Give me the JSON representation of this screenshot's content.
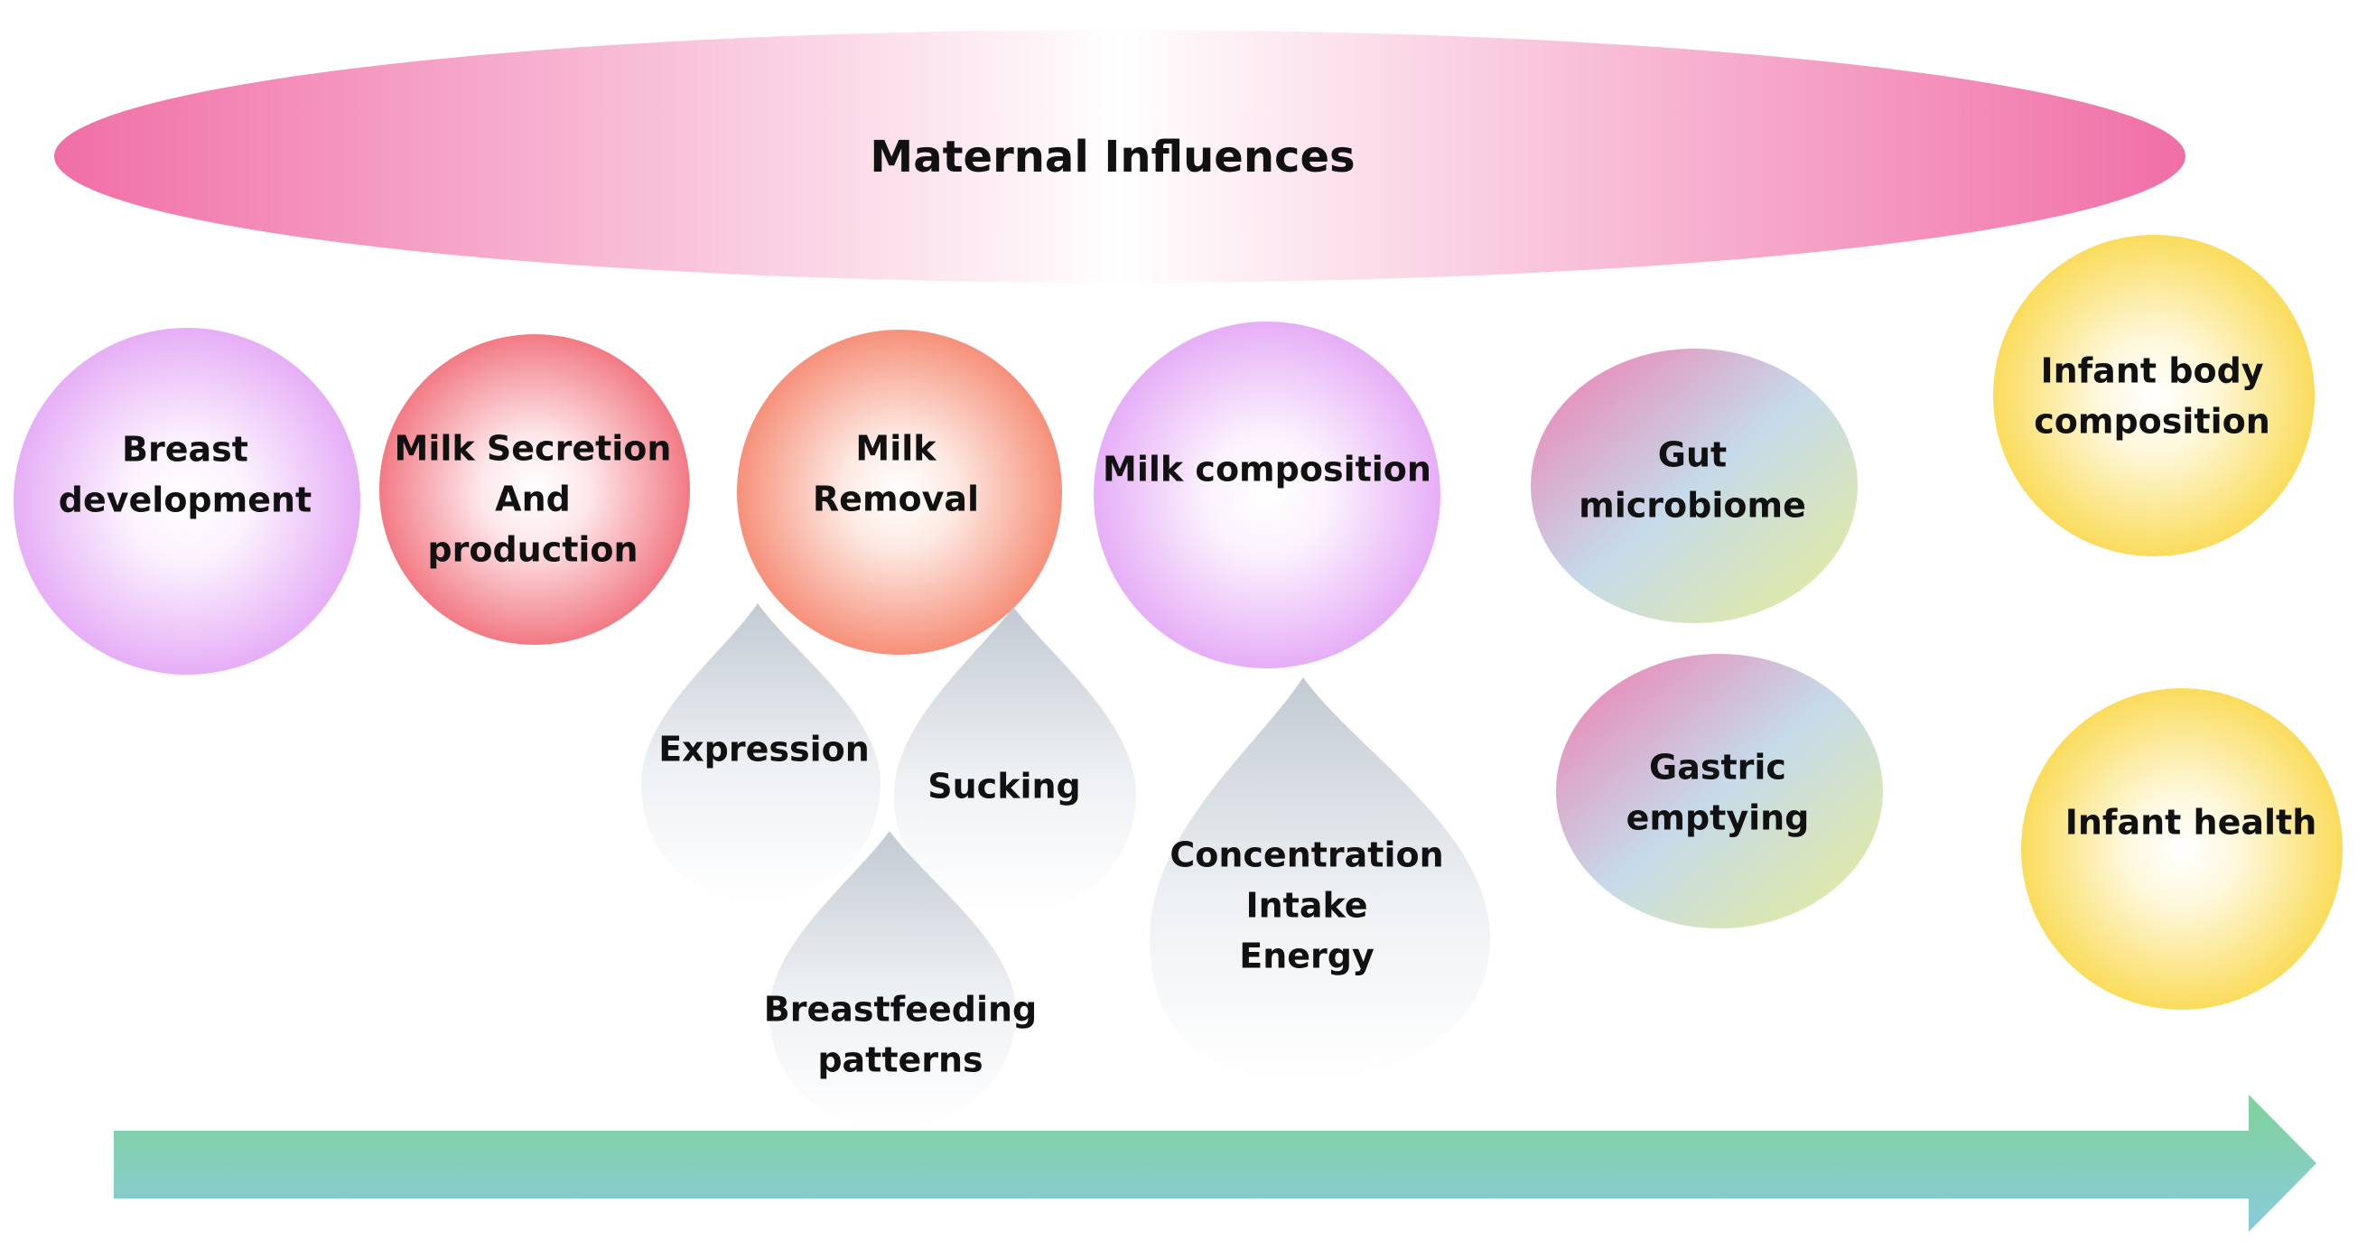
{
  "banner": {
    "label": "Maternal Influences"
  },
  "circles": {
    "breast_development": {
      "lines": [
        "Breast",
        "development"
      ]
    },
    "milk_secretion": {
      "lines": [
        "Milk Secretion",
        "And",
        "production"
      ]
    },
    "milk_removal": {
      "lines": [
        "Milk",
        "Removal"
      ]
    },
    "milk_composition": {
      "lines": [
        "Milk composition"
      ]
    },
    "gut_microbiome": {
      "lines": [
        "Gut",
        "microbiome"
      ]
    },
    "gastric_emptying": {
      "lines": [
        "Gastric",
        "emptying"
      ]
    },
    "infant_body_composition": {
      "lines": [
        "Infant body",
        "composition"
      ]
    },
    "infant_health": {
      "lines": [
        "Infant health"
      ]
    }
  },
  "drops": {
    "expression": {
      "lines": [
        "Expression"
      ]
    },
    "sucking": {
      "lines": [
        "Sucking"
      ]
    },
    "breastfeeding_patterns": {
      "lines": [
        "Breastfeeding",
        "patterns"
      ]
    },
    "concentration": {
      "lines": [
        "Concentration",
        "Intake",
        "Energy"
      ]
    }
  },
  "colors": {
    "banner_pink": "#f06ea6",
    "lavender": "#e6aef6",
    "coral": "#f27a84",
    "salmon": "#f6907a",
    "yellow": "#fadc5c",
    "pink_blend": "#f07aae",
    "blue_blend": "#c6daea",
    "green_blend": "#e6ee96",
    "drop_gray": "#c2cad2",
    "arrow_green": "#7ed39a",
    "arrow_blue": "#8ccadc"
  }
}
